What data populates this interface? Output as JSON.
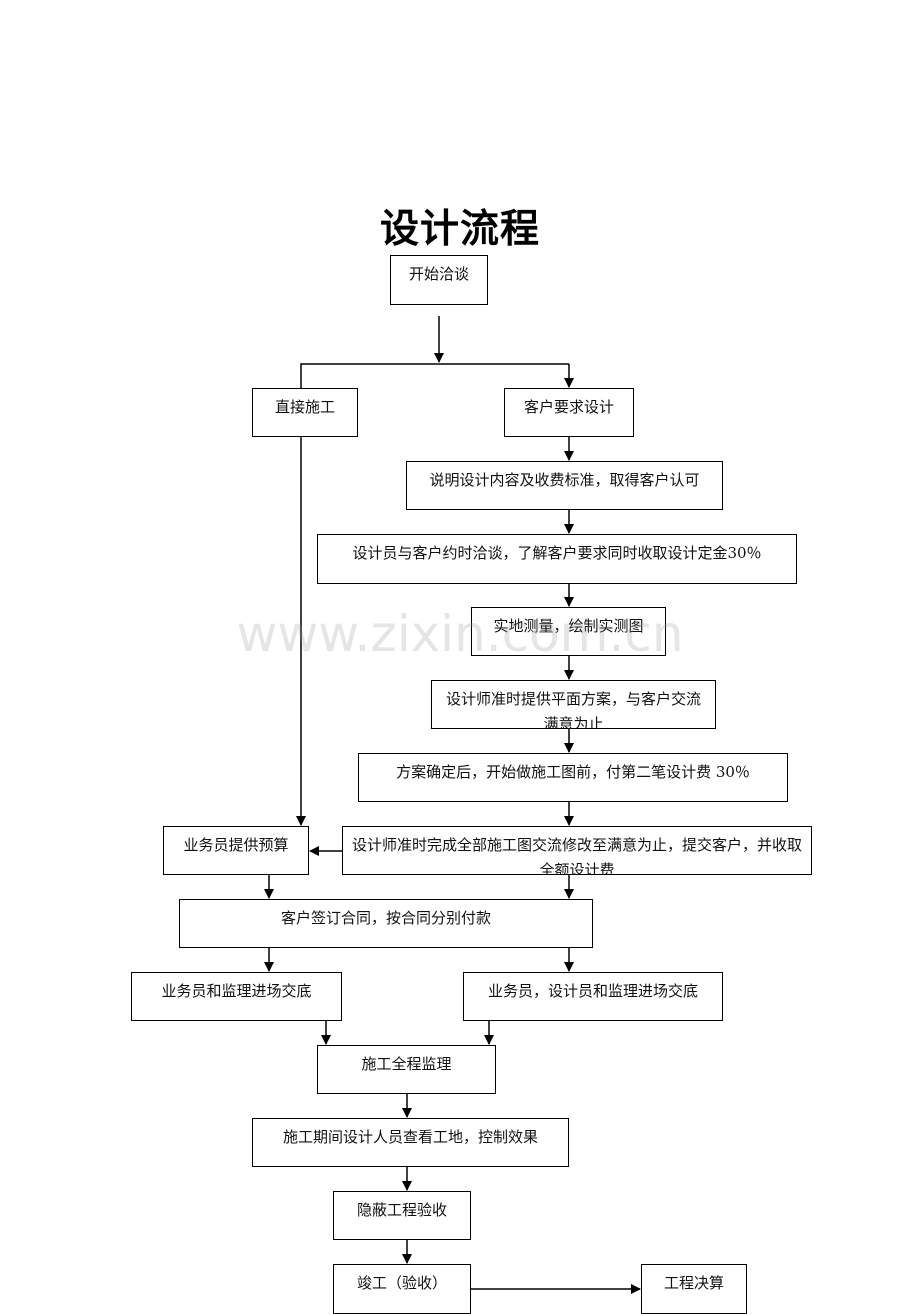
{
  "title": "设计流程",
  "watermark": "www.zixin.com.cn",
  "steps": {
    "start": "开始洽谈",
    "direct_build": "直接施工",
    "client_design": "客户要求设计",
    "explain": "说明设计内容及收费标准，取得客户认可",
    "appointment": "设计员与客户约时洽谈，了解客户要求同时收取设计定金30％",
    "survey": "实地测量，绘制实测图",
    "plan": "设计师准时提供平面方案，与客户交流满意为止",
    "second_payment": "方案确定后，开始做施工图前，付第二笔设计费  30％",
    "budget": "业务员提供预算",
    "drawings": "设计师准时完成全部施工图交流修改至满意为止，提交客户，并收取全额设计费",
    "contract": "客户签订合同，按合同分别付款",
    "handover_a": "业务员和监理进场交底",
    "handover_b": "业务员，设计员和监理进场交底",
    "supervision": "施工全程监理",
    "site_check": "施工期间设计人员查看工地，控制效果",
    "concealed": "隐蔽工程验收",
    "completion": "竣工（验收）",
    "settlement": "工程决算"
  }
}
